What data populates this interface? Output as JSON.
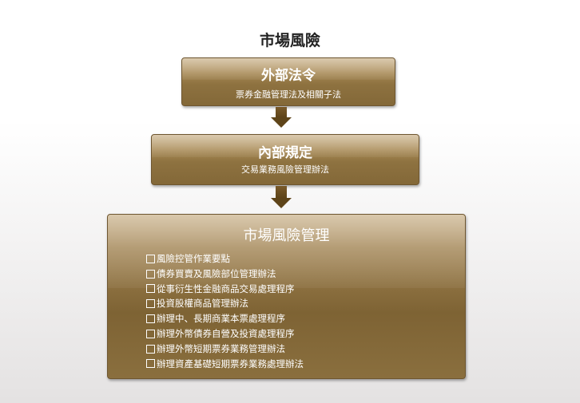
{
  "title": "市場風險",
  "external": {
    "heading": "外部法令",
    "sub": "票券金融管理法及相關子法"
  },
  "internal": {
    "heading": "內部規定",
    "sub": "交易業務風險管理辦法"
  },
  "management": {
    "heading": "市場風險管理",
    "items": [
      "風險控管作業要點",
      "債券買賣及風險部位管理辦法",
      "從事衍生性金融商品交易處理程序",
      "投資股權商品管理辦法",
      "辦理中、長期商業本票處理程序",
      "辦理外幣債券自營及投資處理程序",
      "辦理外幣短期票券業務管理辦法",
      "辦理資產基礎短期票券業務處理辦法"
    ]
  }
}
